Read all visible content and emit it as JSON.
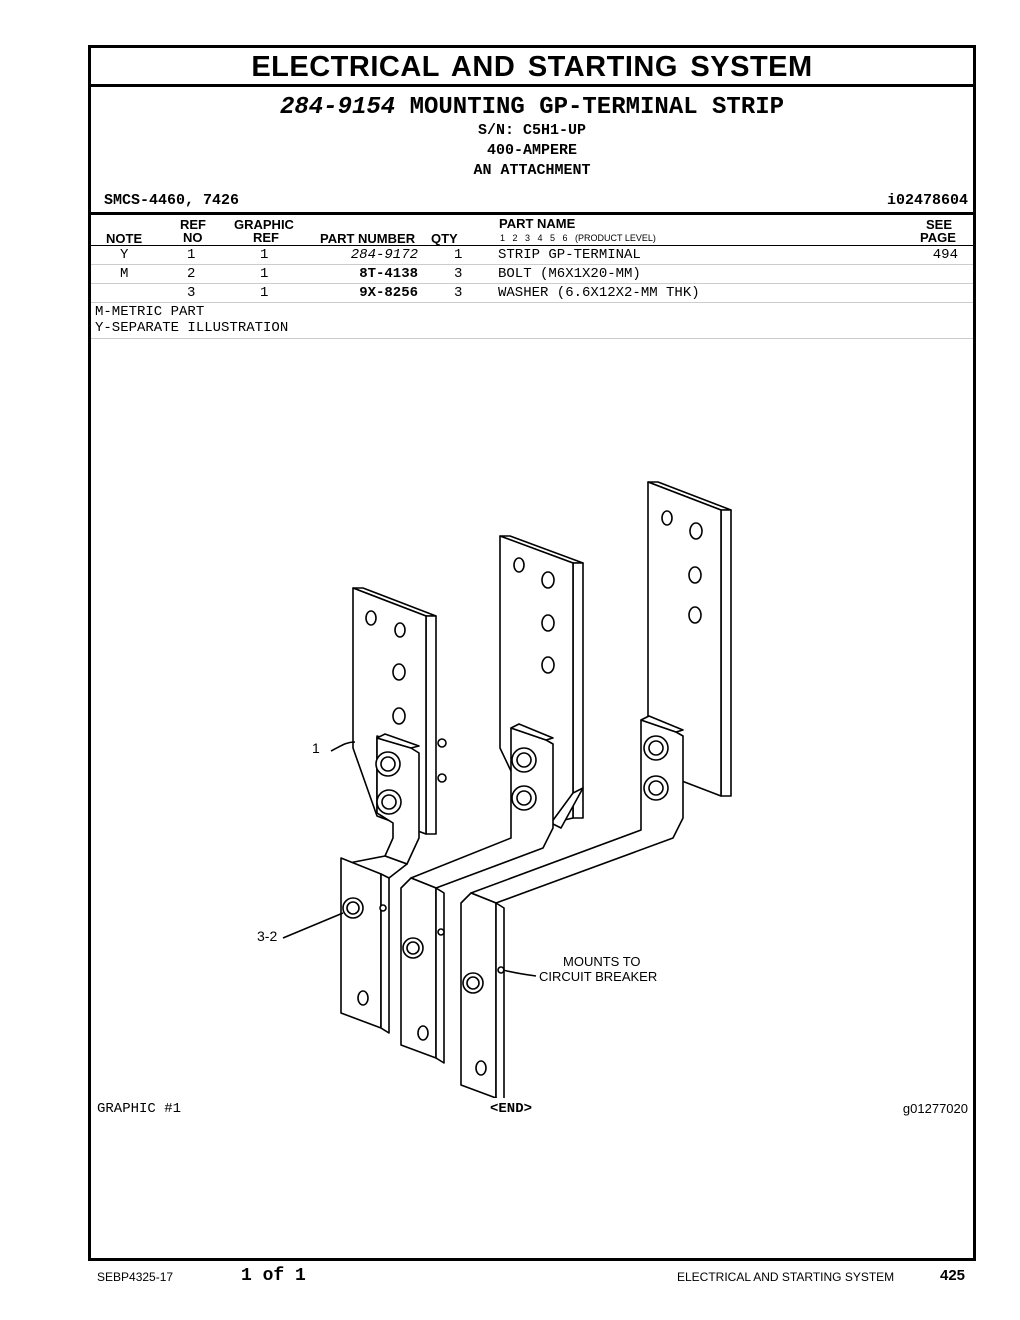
{
  "section_title": "ELECTRICAL AND STARTING SYSTEM",
  "group": {
    "part_number": "284-9154",
    "name": "MOUNTING GP-TERMINAL STRIP",
    "serial": "S/N: C5H1-UP",
    "line2": "400-AMPERE",
    "line3": "AN ATTACHMENT"
  },
  "smcs": "SMCS-4460, 7426",
  "illustration_id": "i02478604",
  "table": {
    "headers": {
      "note": "NOTE",
      "ref_top": "REF",
      "ref_bottom": "NO",
      "graphic_top": "GRAPHIC",
      "graphic_bottom": "REF",
      "part_number": "PART NUMBER",
      "qty": "QTY",
      "part_name": "PART NAME",
      "levels": "1   2   3   4   5   6   (PRODUCT LEVEL)",
      "see_top": "SEE",
      "see_bottom": "PAGE"
    },
    "rows": [
      {
        "note": "Y",
        "ref": "1",
        "graphic": "1",
        "part_number": "284-9172",
        "qty": "1",
        "name": "STRIP GP-TERMINAL",
        "page": "494"
      },
      {
        "note": "M",
        "ref": "2",
        "graphic": "1",
        "part_number": "8T-4138",
        "qty": "3",
        "name": "BOLT (M6X1X20-MM)",
        "page": ""
      },
      {
        "note": "",
        "ref": "3",
        "graphic": "1",
        "part_number": "9X-8256",
        "qty": "3",
        "name": "WASHER (6.6X12X2-MM THK)",
        "page": ""
      }
    ],
    "notes": [
      "M-METRIC PART",
      "Y-SEPARATE ILLUSTRATION"
    ]
  },
  "illustration": {
    "callout_1": "1",
    "callout_2": "3-2",
    "mounts_line1": "MOUNTS TO",
    "mounts_line2": "CIRCUIT BREAKER"
  },
  "graphic_footer": {
    "label": "GRAPHIC #1",
    "end": "<END>",
    "graphic_id": "g01277020"
  },
  "page_footer": {
    "doc": "SEBP4325-17",
    "page_of": "1 of 1",
    "section": "ELECTRICAL AND STARTING SYSTEM",
    "page_num": "425"
  }
}
